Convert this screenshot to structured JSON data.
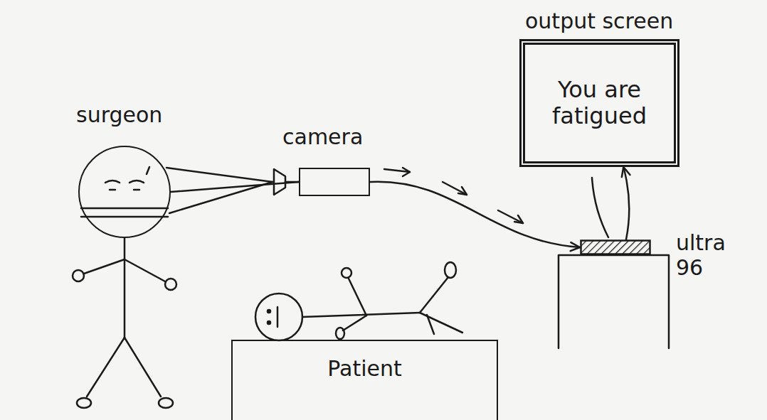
{
  "diagram": {
    "nodes": [
      {
        "text": [
          "surgeon"
        ]
      },
      {
        "text": [
          "camera"
        ]
      },
      {
        "text": [
          "output screen",
          "You are fatigued"
        ]
      },
      {
        "text": [
          "ultra 96"
        ]
      },
      {
        "text": [
          "Patient"
        ]
      }
    ],
    "edges": [
      {
        "from": 0,
        "to": 1,
        "arrow": "none"
      },
      {
        "from": 1,
        "to": 3,
        "arrow": "to"
      },
      {
        "from": 3,
        "to": 2,
        "arrow": "to"
      }
    ]
  }
}
